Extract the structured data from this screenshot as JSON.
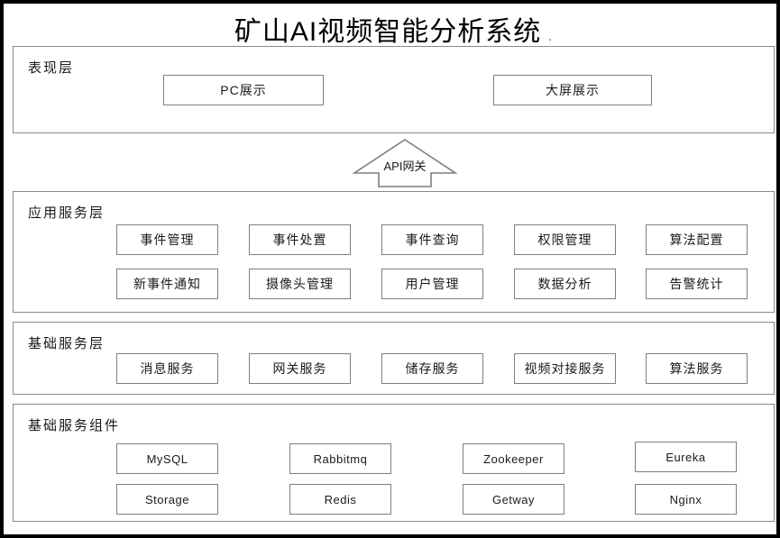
{
  "title": {
    "text": "矿山AI视频智能分析系统",
    "trailing_mark": "."
  },
  "layers": [
    {
      "id": "presentation",
      "label": "表现层",
      "boxes": [
        {
          "label": "PC展示",
          "script": "mixed"
        },
        {
          "label": "大屏展示",
          "script": "cjk"
        }
      ]
    },
    {
      "id": "application",
      "label": "应用服务层",
      "rows": [
        [
          "事件管理",
          "事件处置",
          "事件查询",
          "权限管理",
          "算法配置"
        ],
        [
          "新事件通知",
          "摄像头管理",
          "用户管理",
          "数据分析",
          "告警统计"
        ]
      ]
    },
    {
      "id": "basic-service",
      "label": "基础服务层",
      "rows": [
        [
          "消息服务",
          "网关服务",
          "储存服务",
          "视频对接服务",
          "算法服务"
        ]
      ]
    },
    {
      "id": "basic-components",
      "label": "基础服务组件",
      "rows": [
        [
          "MySQL",
          "Rabbitmq",
          "Zookeeper",
          "Eureka"
        ],
        [
          "Storage",
          "Redis",
          "Getway",
          "Nginx"
        ]
      ]
    }
  ],
  "gateway": {
    "label": "API网关",
    "shape": "up-arrow"
  },
  "colors": {
    "page_border": "#000000",
    "layer_border": "#8a8a8a",
    "box_border": "#7f7f7f",
    "text": "#1a1a1a",
    "background": "#ffffff"
  }
}
